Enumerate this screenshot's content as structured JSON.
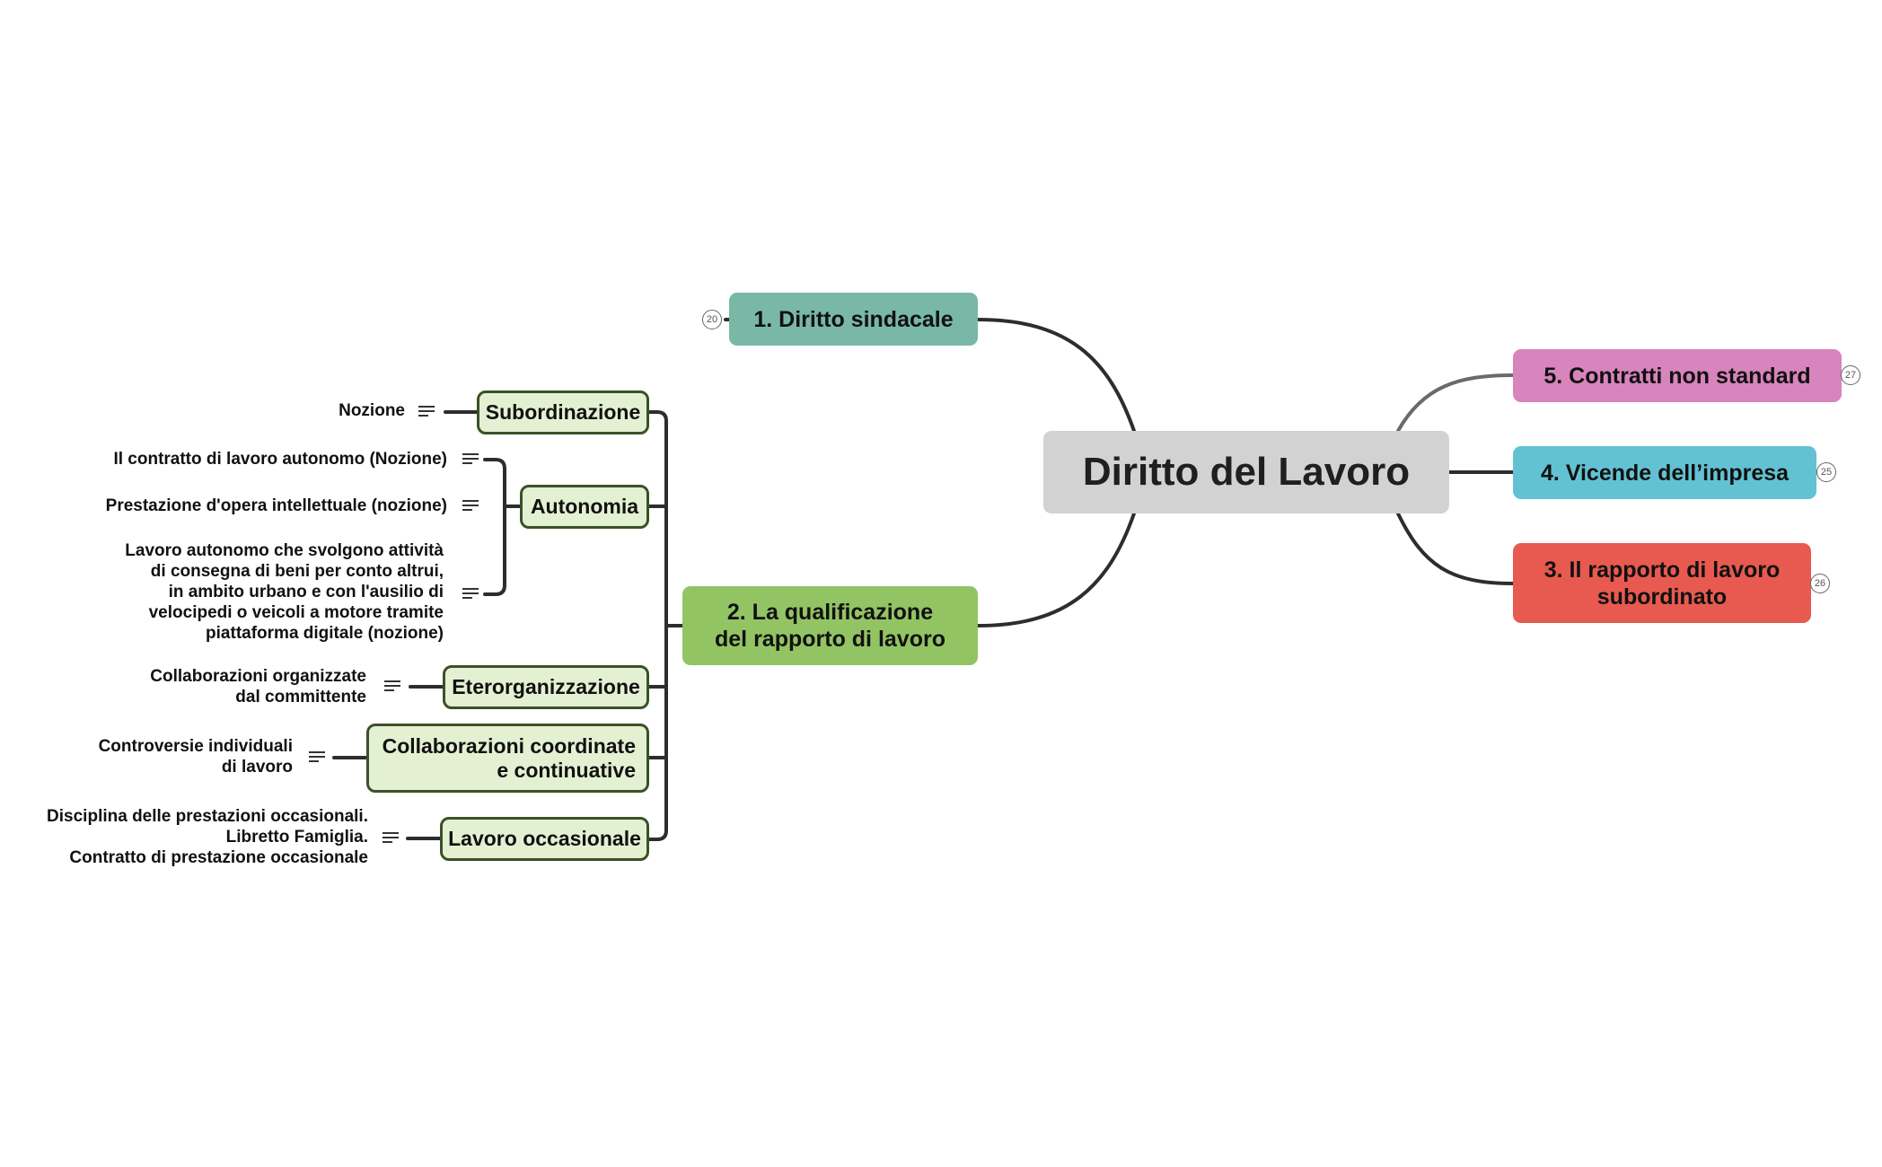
{
  "title": "Diritto del Lavoro",
  "branches": {
    "b1": {
      "label": "1. Diritto sindacale",
      "count": "20",
      "color": "#79b8a6"
    },
    "b2": {
      "label": "2. La qualificazione\ndel rapporto di lavoro",
      "color": "#93c464"
    },
    "b3": {
      "label": "3. Il rapporto di lavoro\nsubordinato",
      "count": "26",
      "color": "#e85a4f"
    },
    "b4": {
      "label": "4. Vicende dell’impresa",
      "count": "25",
      "color": "#62c2d3"
    },
    "b5": {
      "label": "5. Contratti non standard",
      "count": "27",
      "color": "#d884bd"
    }
  },
  "subtopics": {
    "subordinazione": "Subordinazione",
    "autonomia": "Autonomia",
    "eterorganizzazione": "Eterorganizzazione",
    "cococo": "Collaborazioni coordinate\ne continuative",
    "occasionale": "Lavoro occasionale"
  },
  "notes": {
    "nozione": "Nozione",
    "autonomo": "Il contratto di lavoro autonomo (Nozione)",
    "intellettuale": "Prestazione d'opera intellettuale (nozione)",
    "consegna": "Lavoro autonomo che svolgono attività\ndi consegna di beni per conto altrui,\nin ambito urbano e con l'ausilio di\nvelocipedi o veicoli a motore tramite\npiattaforma digitale (nozione)",
    "organizzate": "Collaborazioni organizzate\ndal committente",
    "controversie": "Controversie individuali\ndi lavoro",
    "prestazioni": "Disciplina delle prestazioni occasionali.\nLibretto Famiglia.\nContratto di prestazione occasionale"
  }
}
